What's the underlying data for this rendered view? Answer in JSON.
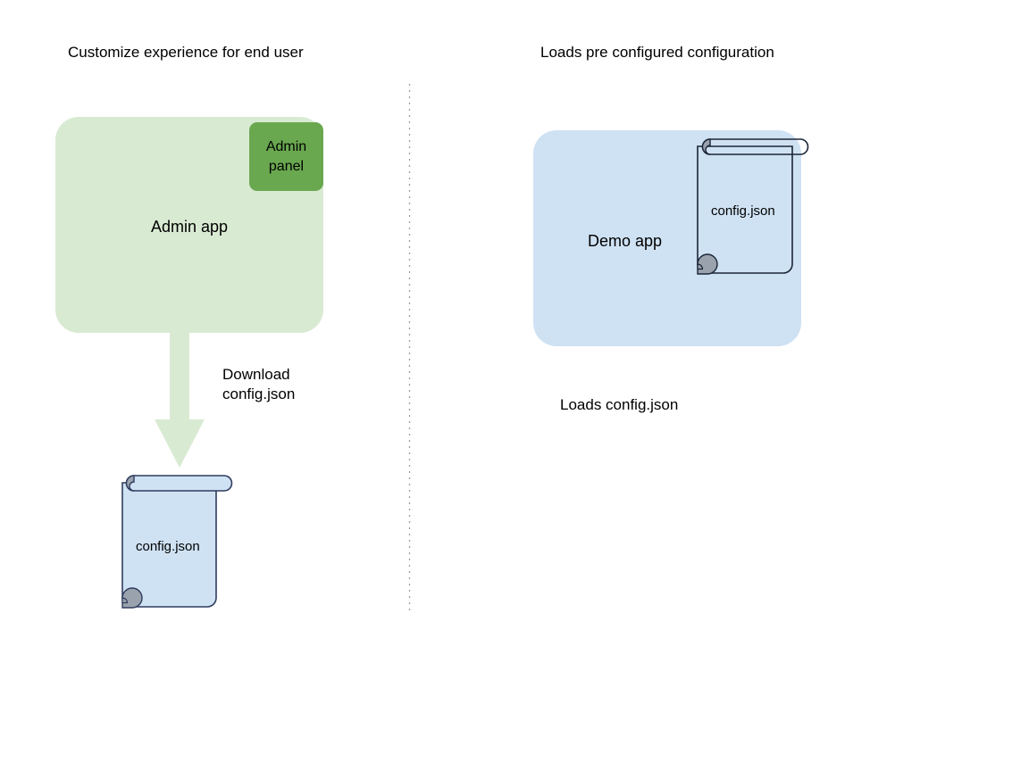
{
  "diagram": {
    "title_left": "Customize experience for end user",
    "title_right": "Loads pre configured configuration",
    "divider": {
      "style": "dotted-vertical",
      "color": "#9e9e9e"
    }
  },
  "left_flow": {
    "app_card": {
      "label": "Admin app",
      "fill": "#d9ead3",
      "badge": {
        "label": "Admin\npanel",
        "line1": "Admin",
        "line2": "panel",
        "fill": "#6aa84f"
      }
    },
    "arrow": {
      "label": "Download\nconfig.json",
      "label_line1": "Download",
      "label_line2": "config.json",
      "fill": "#d9ead3",
      "direction": "down"
    },
    "document": {
      "label": "config.json",
      "fill": "#cfe2f3",
      "stroke": "#2f3c5e",
      "curl_fill": "#9aa3ad",
      "icon": "scroll-icon"
    }
  },
  "right_flow": {
    "app_card": {
      "label": "Demo app",
      "fill": "#cfe2f3"
    },
    "document": {
      "label": "config.json",
      "fill": "none",
      "stroke": "#1b2538",
      "curl_fill": "#9aa3ad",
      "icon": "scroll-icon"
    },
    "caption": "Loads config.json"
  }
}
